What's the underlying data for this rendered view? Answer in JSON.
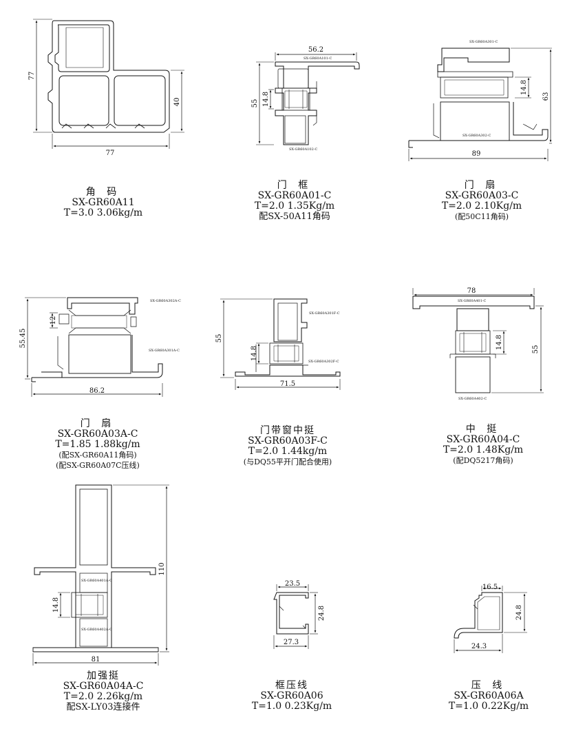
{
  "profiles": [
    {
      "name": "角 码",
      "code": "SX-GR60A11",
      "weight": "T=3.0 3.06kg/m",
      "dims": [
        "77",
        "77",
        "40"
      ],
      "tags": []
    },
    {
      "name": "门 框",
      "code": "SX-GR60A01-C",
      "weight": "T=2.0 1.35Kg/m",
      "note": "配SX-50A11角码",
      "dims": [
        "56.2",
        "55",
        "14.8"
      ],
      "tags": [
        "SX-GR60A101-C",
        "SX-GR60A102-C"
      ]
    },
    {
      "name": "门 扇",
      "code": "SX-GR60A03-C",
      "weight": "T=2.0 2.10Kg/m",
      "note": "(配50C11角码)",
      "dims": [
        "89",
        "63",
        "14.8"
      ],
      "tags": [
        "SX-GR60A301-C",
        "SX-GR60A302-C"
      ]
    },
    {
      "name": "门 扇",
      "code": "SX-GR60A03A-C",
      "weight": "T=1.85 1.88kg/m",
      "note": "(配SX-GR60A11角码)",
      "note2": "(配SX-GR60A07C压线)",
      "dims": [
        "86.2",
        "55.45",
        "12"
      ],
      "tags": [
        "SX-GR60A302A-C",
        "SX-GR60A301A-C"
      ]
    },
    {
      "name": "门带窗中挺",
      "code": "SX-GR60A03F-C",
      "weight": "T=2.0 1.44kg/m",
      "note": "(与DQ55平开门配合使用)",
      "dims": [
        "71.5",
        "55",
        "14.8"
      ],
      "tags": [
        "SX-GR60A301F-C",
        "SX-GR60A302F-C"
      ]
    },
    {
      "name": "中 挺",
      "code": "SX-GR60A04-C",
      "weight": "T=2.0 1.48Kg/m",
      "note": "(配DQ5217角码)",
      "dims": [
        "78",
        "55",
        "14.8"
      ],
      "tags": [
        "SX-GR60A401-C",
        "SX-GR60A402-C"
      ]
    },
    {
      "name": "加强挺",
      "code": "SX-GR60A04A-C",
      "weight": "T=2.0 2.26kg/m",
      "note": "配SX-LY03连接件",
      "dims": [
        "81",
        "110",
        "14.8"
      ],
      "tags": [
        "SX-GR60A401A-C",
        "SX-GR60A402A-C"
      ]
    },
    {
      "name": "框压线",
      "code": "SX-GR60A06",
      "weight": "T=1.0 0.23Kg/m",
      "dims": [
        "23.5",
        "24.8",
        "27.3"
      ],
      "tags": []
    },
    {
      "name": "压 线",
      "code": "SX-GR60A06A",
      "weight": "T=1.0 0.22Kg/m",
      "dims": [
        "16.5",
        "24.8",
        "24.3"
      ],
      "tags": []
    }
  ]
}
